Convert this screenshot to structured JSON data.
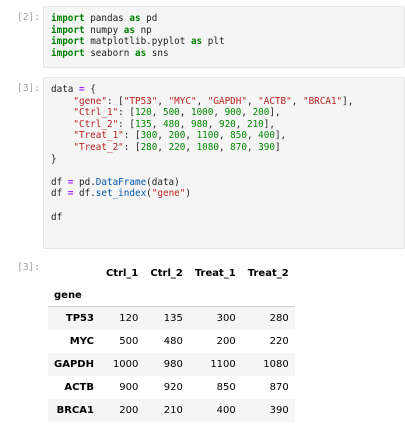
{
  "cells": [
    {
      "prompt": "[2]:",
      "lines": [
        [
          {
            "t": "import",
            "c": "kw"
          },
          {
            "t": " pandas "
          },
          {
            "t": "as",
            "c": "kw"
          },
          {
            "t": " pd"
          }
        ],
        [
          {
            "t": "import",
            "c": "kw"
          },
          {
            "t": " numpy "
          },
          {
            "t": "as",
            "c": "kw"
          },
          {
            "t": " np"
          }
        ],
        [
          {
            "t": "import",
            "c": "kw"
          },
          {
            "t": " matplotlib.pyplot "
          },
          {
            "t": "as",
            "c": "kw"
          },
          {
            "t": " plt"
          }
        ],
        [
          {
            "t": "import",
            "c": "kw"
          },
          {
            "t": " seaborn "
          },
          {
            "t": "as",
            "c": "kw"
          },
          {
            "t": " sns"
          }
        ]
      ]
    },
    {
      "prompt": "[3]:",
      "lines": [
        [
          {
            "t": "data "
          },
          {
            "t": "=",
            "c": "op"
          },
          {
            "t": " {"
          }
        ],
        [
          {
            "t": "    "
          },
          {
            "t": "\"gene\"",
            "c": "str"
          },
          {
            "t": ": ["
          },
          {
            "t": "\"TP53\"",
            "c": "str"
          },
          {
            "t": ", "
          },
          {
            "t": "\"MYC\"",
            "c": "str"
          },
          {
            "t": ", "
          },
          {
            "t": "\"GAPDH\"",
            "c": "str"
          },
          {
            "t": ", "
          },
          {
            "t": "\"ACTB\"",
            "c": "str"
          },
          {
            "t": ", "
          },
          {
            "t": "\"BRCA1\"",
            "c": "str"
          },
          {
            "t": "],"
          }
        ],
        [
          {
            "t": "    "
          },
          {
            "t": "\"Ctrl_1\"",
            "c": "str"
          },
          {
            "t": ": ["
          },
          {
            "t": "120",
            "c": "num"
          },
          {
            "t": ", "
          },
          {
            "t": "500",
            "c": "num"
          },
          {
            "t": ", "
          },
          {
            "t": "1000",
            "c": "num"
          },
          {
            "t": ", "
          },
          {
            "t": "900",
            "c": "num"
          },
          {
            "t": ", "
          },
          {
            "t": "200",
            "c": "num"
          },
          {
            "t": "],"
          }
        ],
        [
          {
            "t": "    "
          },
          {
            "t": "\"Ctrl_2\"",
            "c": "str"
          },
          {
            "t": ": ["
          },
          {
            "t": "135",
            "c": "num"
          },
          {
            "t": ", "
          },
          {
            "t": "480",
            "c": "num"
          },
          {
            "t": ", "
          },
          {
            "t": "980",
            "c": "num"
          },
          {
            "t": ", "
          },
          {
            "t": "920",
            "c": "num"
          },
          {
            "t": ", "
          },
          {
            "t": "210",
            "c": "num"
          },
          {
            "t": "],"
          }
        ],
        [
          {
            "t": "    "
          },
          {
            "t": "\"Treat_1\"",
            "c": "str"
          },
          {
            "t": ": ["
          },
          {
            "t": "300",
            "c": "num"
          },
          {
            "t": ", "
          },
          {
            "t": "200",
            "c": "num"
          },
          {
            "t": ", "
          },
          {
            "t": "1100",
            "c": "num"
          },
          {
            "t": ", "
          },
          {
            "t": "850",
            "c": "num"
          },
          {
            "t": ", "
          },
          {
            "t": "400",
            "c": "num"
          },
          {
            "t": "],"
          }
        ],
        [
          {
            "t": "    "
          },
          {
            "t": "\"Treat_2\"",
            "c": "str"
          },
          {
            "t": ": ["
          },
          {
            "t": "280",
            "c": "num"
          },
          {
            "t": ", "
          },
          {
            "t": "220",
            "c": "num"
          },
          {
            "t": ", "
          },
          {
            "t": "1080",
            "c": "num"
          },
          {
            "t": ", "
          },
          {
            "t": "870",
            "c": "num"
          },
          {
            "t": ", "
          },
          {
            "t": "390",
            "c": "num"
          },
          {
            "t": "]"
          }
        ],
        [
          {
            "t": "}"
          }
        ],
        [
          {
            "t": ""
          }
        ],
        [
          {
            "t": "df "
          },
          {
            "t": "=",
            "c": "op"
          },
          {
            "t": " pd."
          },
          {
            "t": "DataFrame",
            "c": "fn"
          },
          {
            "t": "(data)"
          }
        ],
        [
          {
            "t": "df "
          },
          {
            "t": "=",
            "c": "op"
          },
          {
            "t": " df."
          },
          {
            "t": "set_index",
            "c": "fn"
          },
          {
            "t": "("
          },
          {
            "t": "\"gene\"",
            "c": "str"
          },
          {
            "t": ")"
          }
        ],
        [
          {
            "t": ""
          }
        ],
        [
          {
            "t": "df"
          }
        ]
      ]
    }
  ],
  "output": {
    "prompt": "[3]:",
    "columns": [
      "Ctrl_1",
      "Ctrl_2",
      "Treat_1",
      "Treat_2"
    ],
    "index_name": "gene",
    "rows": [
      {
        "gene": "TP53",
        "values": [
          "120",
          "135",
          "300",
          "280"
        ]
      },
      {
        "gene": "MYC",
        "values": [
          "500",
          "480",
          "200",
          "220"
        ]
      },
      {
        "gene": "GAPDH",
        "values": [
          "1000",
          "980",
          "1100",
          "1080"
        ]
      },
      {
        "gene": "ACTB",
        "values": [
          "900",
          "920",
          "850",
          "870"
        ]
      },
      {
        "gene": "BRCA1",
        "values": [
          "200",
          "210",
          "400",
          "390"
        ]
      }
    ]
  }
}
